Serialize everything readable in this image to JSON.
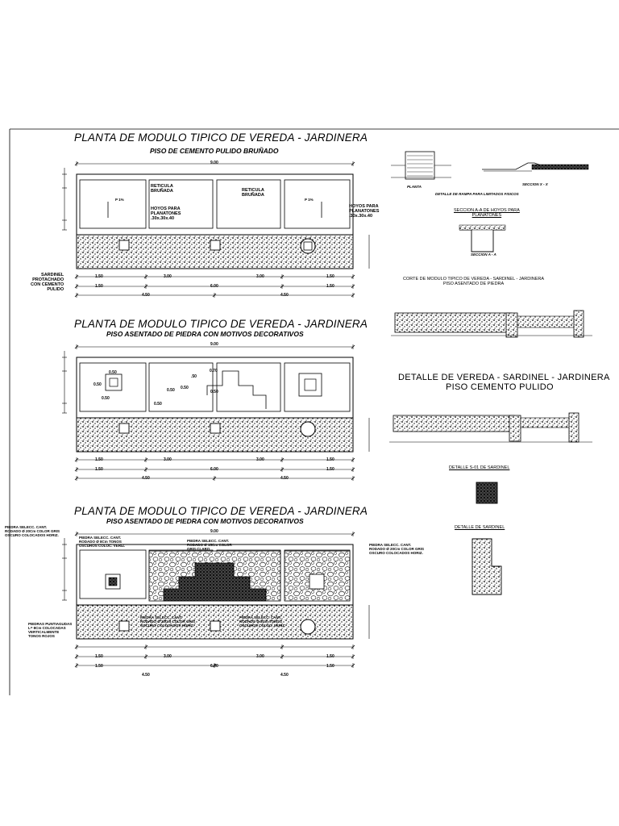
{
  "plan1": {
    "title": "PLANTA DE MODULO TIPICO DE VEREDA - JARDINERA",
    "subtitle": "PISO DE CEMENTO PULIDO BRUÑADO",
    "total_dim": "9.00",
    "labels": {
      "reticula1": "RETICULA\nBRUÑADA",
      "reticula2": "RETICULA\nBRUÑADA",
      "hoyos_center": "HOYOS PARA\nPLANATONES\n.30x.30x.40",
      "hoyos_right": "HOYOS PARA\nPLANATONES\n.30x.30x.40",
      "sardinel": "SARDINEL\nPROTACHADO\nCON CEMENTO\nPULIDO",
      "p1": "P 1%",
      "p2": "P 1%"
    },
    "dims_row1": [
      "1.50",
      "3.00",
      "3.00",
      "1.50"
    ],
    "dims_row2": [
      "1.50",
      "6.00",
      "1.50"
    ],
    "dims_row3": [
      "4.50",
      "4.50"
    ]
  },
  "plan2": {
    "title": "PLANTA DE MODULO TIPICO DE VEREDA - JARDINERA",
    "subtitle": "PISO ASENTADO DE PIEDRA CON MOTIVOS DECORATIVOS",
    "total_dim": "9.00",
    "inner_dims": [
      "0.50",
      "0.50",
      "0.50",
      ".50",
      "0.70",
      "0.50",
      "0.50",
      "0.50",
      "0.50"
    ],
    "dims_row1": [
      "1.50",
      "3.00",
      "3.00",
      "1.50"
    ],
    "dims_row2": [
      "1.50",
      "6.00",
      "1.50"
    ],
    "dims_row3": [
      "4.50",
      "4.50"
    ]
  },
  "plan3": {
    "title": "PLANTA DE MODULO TIPICO DE VEREDA - JARDINERA",
    "subtitle": "PISO ASENTADO DE PIEDRA CON MOTIVOS DECORATIVOS",
    "total_dim": "9.00",
    "labels": {
      "left_top": "PIEDRA SELECC. CANT.\nRODADO Ø 20Cm COLOR GRIS\nOSCURO COLOCADOS HORIZ.",
      "center_left": "PIEDRA SELECC. CANT.\nRODADO Ø 8Cm TONOS\nOSCUROS COLOC. VERIZ.",
      "center_right": "PIEDRA SELECC. CANT.\nRODADO Ø 15Cm COLOR\nGRIS CLARO",
      "right": "PIEDRA SELECC. CANT.\nRODADO Ø 20Cm COLOR GRIS\nOSCURO COLOCADOS HORIZ.",
      "left_bottom": "PIEDRAS PUNTIAGUDAS\nL= 8Cm COLOCADAS\nVERTICALMENTE\nTONOS ROJOS",
      "bottom_mid1": "PIEDRA SELECC. CANT.\nRODADO Ø 20Cm COLOR GRIS\nOSCURO COLOCADOS HORIZ.",
      "bottom_mid2": "PIEDRA SELECC. CANT.\nRODADO Ø 8Cm TONOS\nOSCUROS COLOC. VERIZ."
    },
    "dims_row1": [
      "1.50",
      "3.00",
      "3.00",
      "1.50"
    ],
    "dims_row2": [
      "1.50",
      "6.00",
      "1.50"
    ],
    "dims_row3": [
      "4.50",
      "4.50"
    ]
  },
  "details": {
    "rampa_title": "DETALLE DE RAMPA PARA LIMITADOS FISICOS",
    "planta_label": "PLANTA",
    "seccion_xx": "SECCION X - X",
    "hoyos_title": "SECCION A-A DE HOYOS PARA\nPLANATONES",
    "seccion_aa": "SECCION A - A",
    "corte_title": "CORTE DE MODULO TIPICO DE VEREDA - SARDINEL - JARDINERA\nPISO ASENTADO DE PIEDRA",
    "detalle_title1": "DETALLE DE VEREDA - SARDINEL - JARDINERA",
    "detalle_title2": "PISO CEMENTO PULIDO",
    "s01_title": "DETALLE S-01 DE SARDINEL",
    "sardinel_title": "DETALLE DE SARDINEL"
  }
}
